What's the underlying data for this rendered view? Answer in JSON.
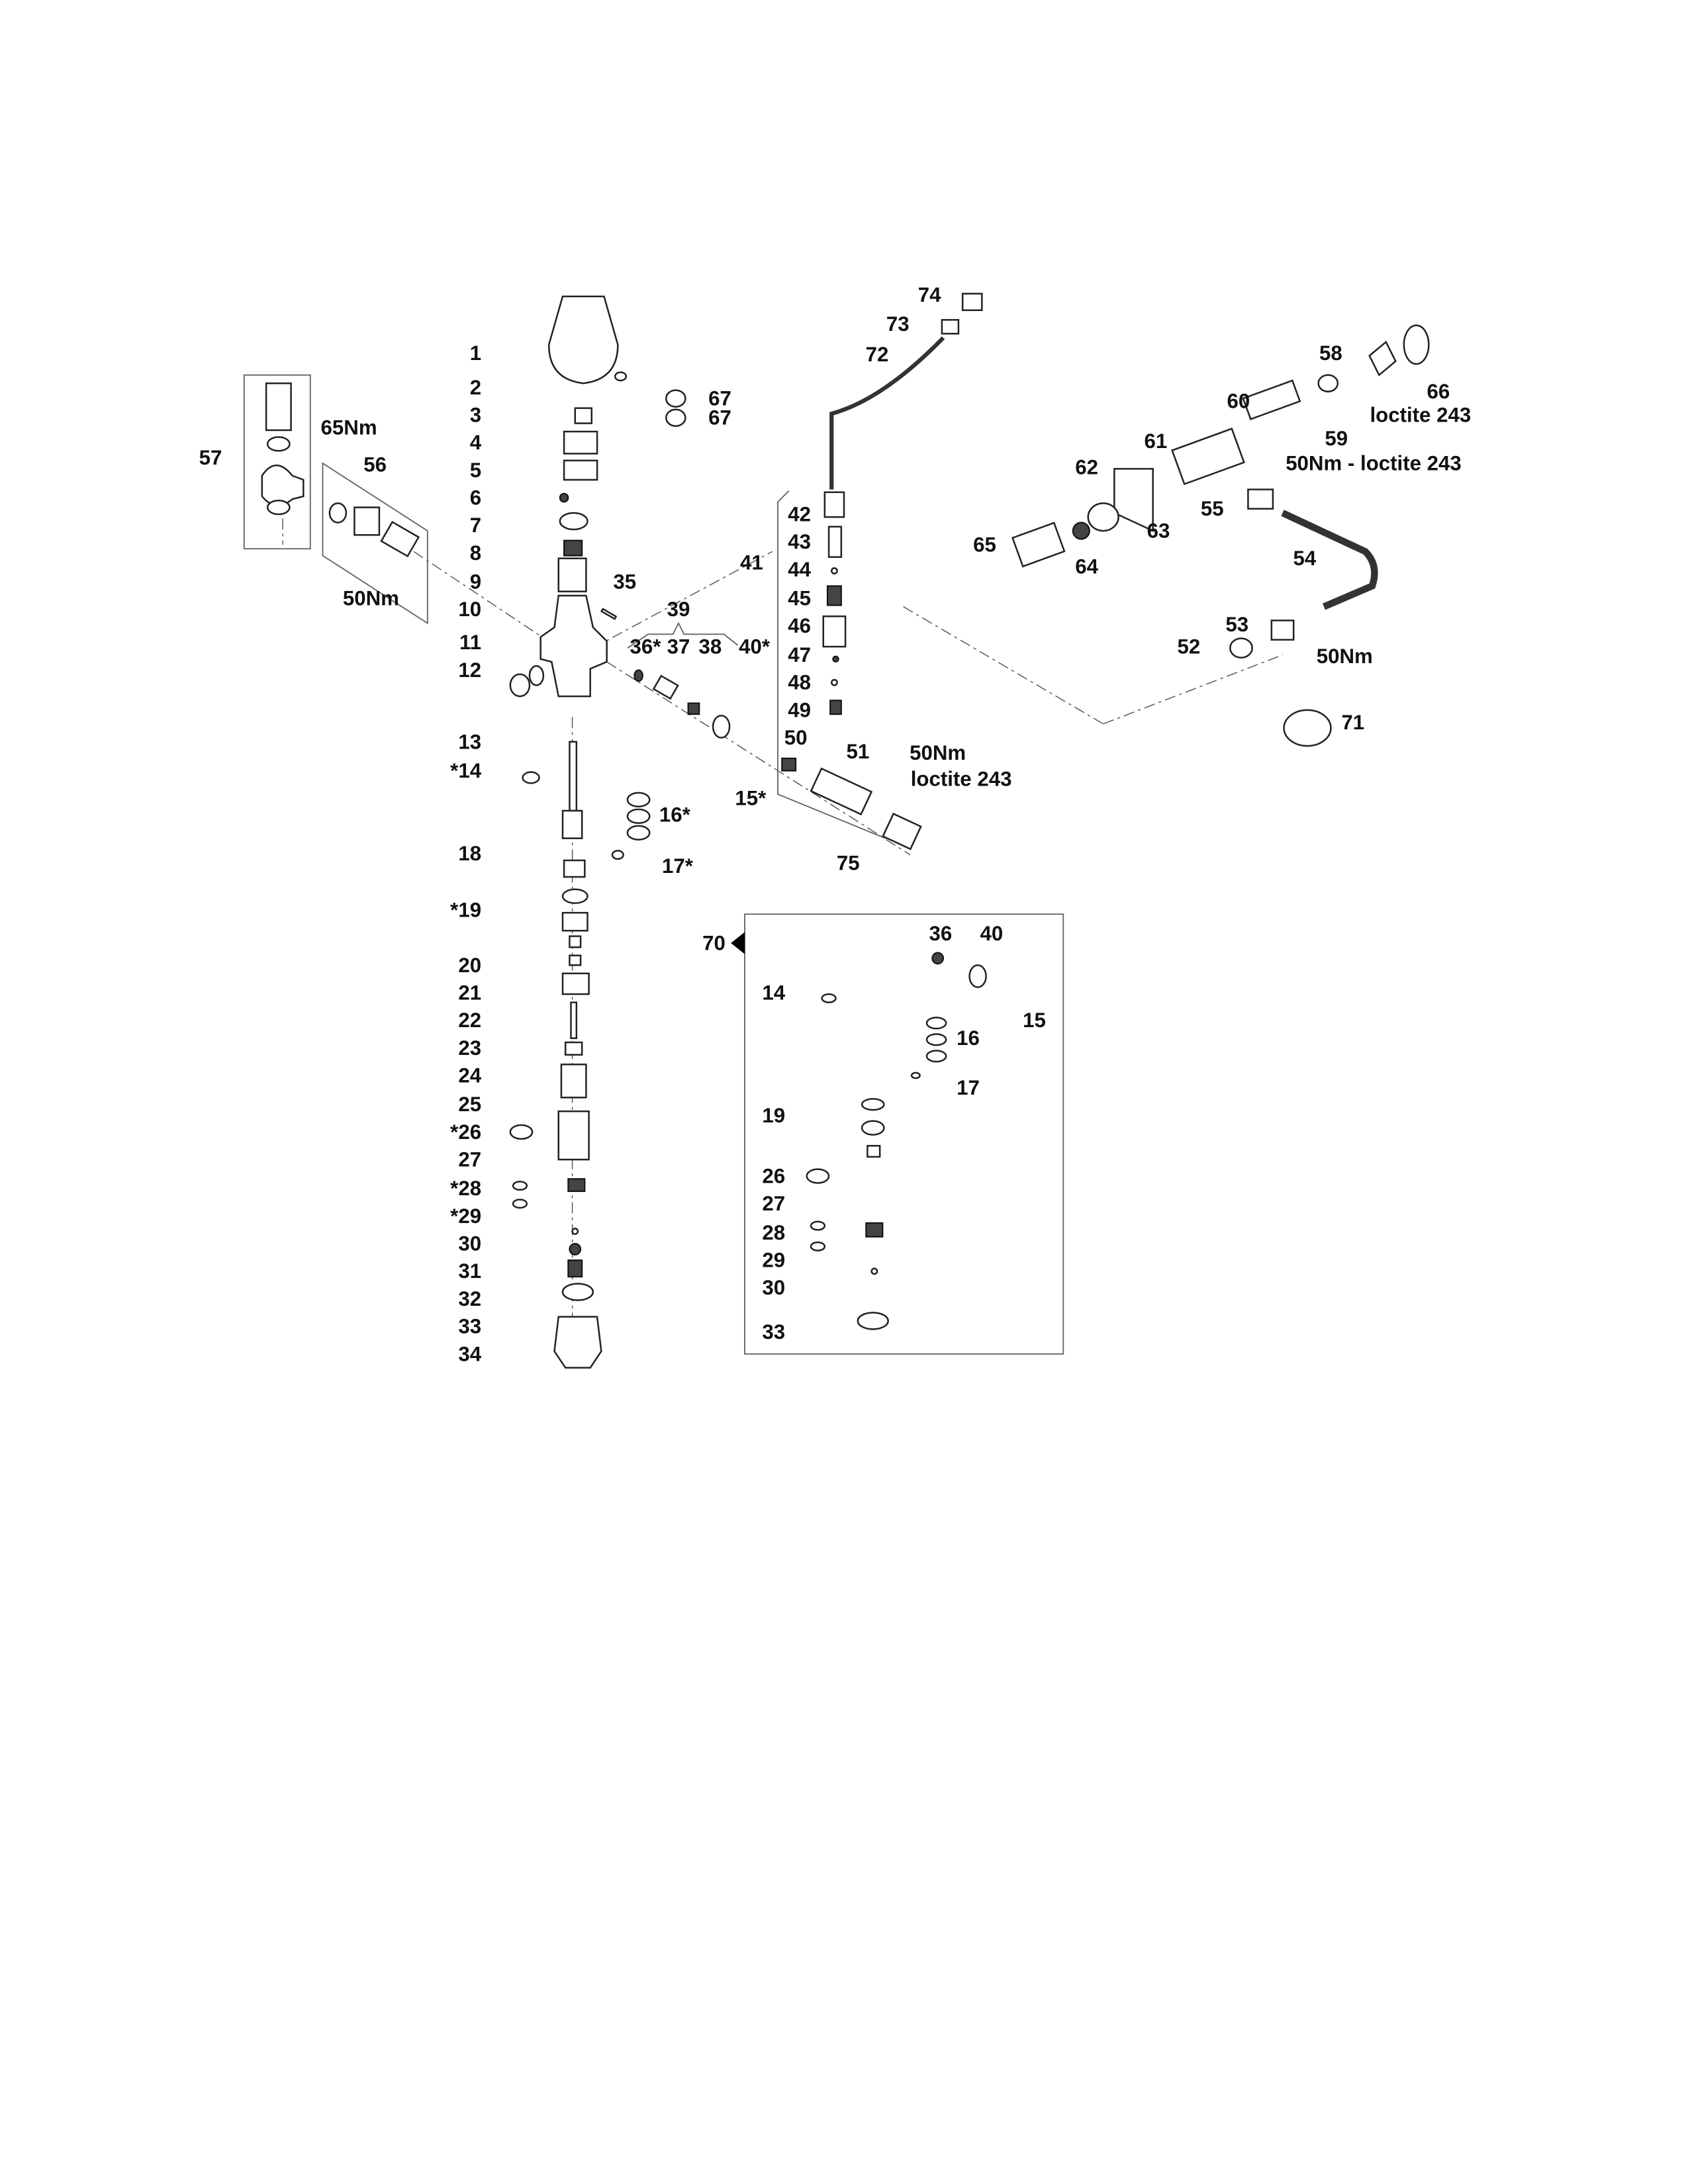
{
  "diagram": {
    "labels": [
      "1",
      "2",
      "3",
      "4",
      "5",
      "6",
      "7",
      "8",
      "9",
      "10",
      "11",
      "12",
      "13",
      "*14",
      "15*",
      "16*",
      "17*",
      "18",
      "*19",
      "20",
      "21",
      "22",
      "23",
      "24",
      "25",
      "*26",
      "27",
      "*28",
      "*29",
      "30",
      "31",
      "32",
      "33",
      "34",
      "35",
      "36*",
      "37",
      "38",
      "39",
      "40*",
      "41",
      "42",
      "43",
      "44",
      "45",
      "46",
      "47",
      "48",
      "49",
      "50",
      "51",
      "50Nm",
      "loctite 243",
      "75",
      "57",
      "65Nm",
      "56",
      "50Nm",
      "67",
      "67",
      "74",
      "73",
      "72",
      "58",
      "66",
      "loctite 243",
      "60",
      "59",
      "61",
      "50Nm - loctite 243",
      "62",
      "55",
      "63",
      "65",
      "64",
      "54",
      "53",
      "52",
      "50Nm",
      "71"
    ],
    "kit": {
      "title": "70",
      "labels": [
        "36",
        "40",
        "14",
        "15",
        "16",
        "17",
        "19",
        "26",
        "27",
        "28",
        "29",
        "30",
        "33"
      ]
    }
  }
}
